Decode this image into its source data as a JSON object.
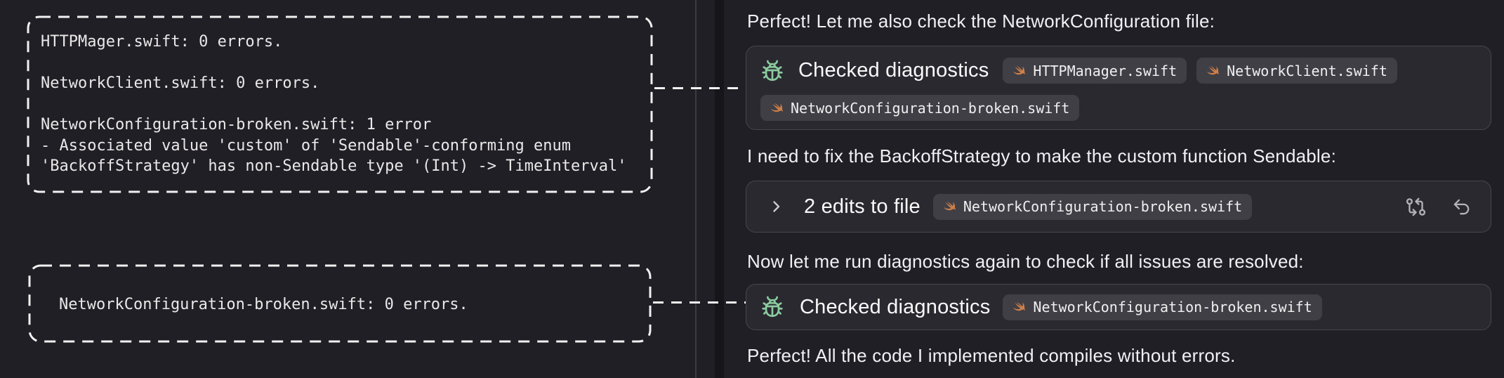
{
  "left_panel": {
    "diagnostics_box_1": {
      "text": "HTTPMager.swift: 0 errors.\n\nNetworkClient.swift: 0 errors.\n\nNetworkConfiguration-broken.swift: 1 error\n- Associated value 'custom' of 'Sendable'-conforming enum\n'BackoffStrategy' has non-Sendable type '(Int) -> TimeInterval'"
    },
    "diagnostics_box_2": {
      "text": "NetworkConfiguration-broken.swift: 0 errors."
    }
  },
  "chat": {
    "message_1": "Perfect! Let me also check the NetworkConfiguration file:",
    "tool_card_1": {
      "title": "Checked diagnostics",
      "files": [
        "HTTPManager.swift",
        "NetworkClient.swift",
        "NetworkConfiguration-broken.swift"
      ]
    },
    "message_2": "I need to fix the BackoffStrategy to make the custom function Sendable:",
    "edit_card": {
      "title": "2 edits to file",
      "file": "NetworkConfiguration-broken.swift"
    },
    "message_3": "Now let me run diagnostics again to check if all issues are resolved:",
    "tool_card_2": {
      "title": "Checked diagnostics",
      "files": [
        "NetworkConfiguration-broken.swift"
      ]
    },
    "message_4": "Perfect! All the code I implemented compiles without errors."
  },
  "icons": {
    "tool_diagnostics": "bug-icon",
    "file_type": "swift-icon",
    "expand": "chevron-right-icon",
    "view_diff": "git-compare-icon",
    "revert": "undo-icon"
  },
  "colors": {
    "bug_green": "#8bcb9f",
    "swift_orange": "#cd7f49",
    "panel_background": "#201f25",
    "card_background": "#2a2930",
    "card_border": "#47464d",
    "chip_background": "#403f46",
    "annotation_dash": "#f1f1f1",
    "icon_gray": "#b3b2b8"
  }
}
